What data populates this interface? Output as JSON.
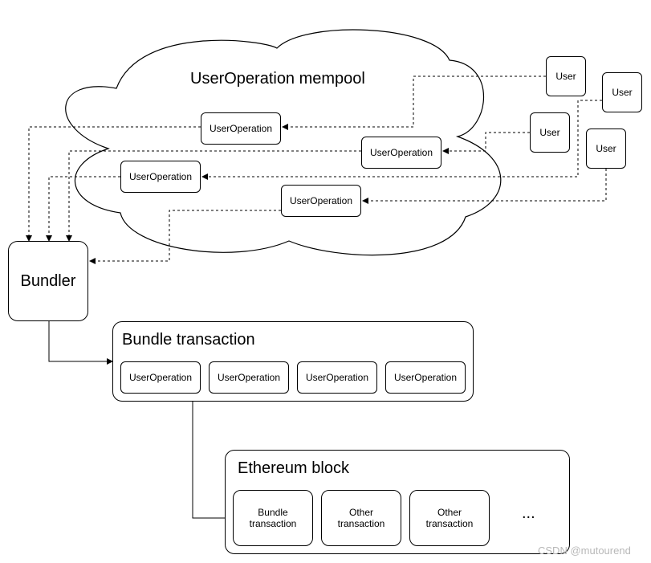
{
  "mempool": {
    "title": "UserOperation mempool",
    "user_operations": [
      "UserOperation",
      "UserOperation",
      "UserOperation",
      "UserOperation"
    ]
  },
  "users": [
    "User",
    "User",
    "User",
    "User"
  ],
  "bundler": {
    "label": "Bundler"
  },
  "bundle_transaction": {
    "title": "Bundle transaction",
    "items": [
      "UserOperation",
      "UserOperation",
      "UserOperation",
      "UserOperation"
    ]
  },
  "ethereum_block": {
    "title": "Ethereum block",
    "items": [
      "Bundle\ntransaction",
      "Other\ntransaction",
      "Other\ntransaction"
    ],
    "ellipsis": "..."
  },
  "watermark": "CSDN @mutourend"
}
